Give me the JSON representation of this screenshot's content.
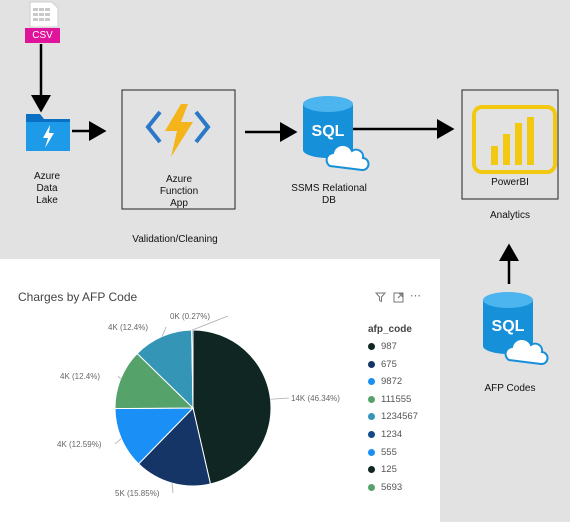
{
  "csv": {
    "label": "CSV"
  },
  "nodes": {
    "datalake": {
      "l1": "Azure",
      "l2": "Data",
      "l3": "Lake"
    },
    "function": {
      "l1": "Azure",
      "l2": "Function",
      "l3": "App"
    },
    "validation": "Validation/Cleaning",
    "sql_main": {
      "icon_text": "SQL",
      "l1": "SSMS Relational",
      "l2": "DB"
    },
    "powerbi": {
      "label": "PowerBI"
    },
    "analytics": "Analytics",
    "sql_afp": {
      "icon_text": "SQL",
      "label": "AFP Codes"
    }
  },
  "chart_data": {
    "type": "pie",
    "title": "Charges by AFP Code",
    "legend_title": "afp_code",
    "legend_position": "right",
    "slices": [
      {
        "code": "987",
        "label": "14K (46.34%)",
        "percent": 46.34,
        "color": "#0f2622"
      },
      {
        "code": "675",
        "label": "5K (15.85%)",
        "percent": 15.85,
        "color": "#143566"
      },
      {
        "code": "9872",
        "label": "4K (12.59%)",
        "percent": 12.59,
        "color": "#1a8ff5"
      },
      {
        "code": "111555",
        "label": "4K (12.4%)",
        "percent": 12.4,
        "color": "#55a26b"
      },
      {
        "code": "1234567",
        "label": "4K (12.4%)",
        "percent": 12.4,
        "color": "#3595b6"
      },
      {
        "code": "1234",
        "label": "0K (0.27%)",
        "percent": 0.27,
        "color": "#154a8a"
      }
    ],
    "legend": [
      {
        "code": "987",
        "color": "#0f2622"
      },
      {
        "code": "675",
        "color": "#143566"
      },
      {
        "code": "9872",
        "color": "#1a8ff5"
      },
      {
        "code": "111555",
        "color": "#55a26b"
      },
      {
        "code": "1234567",
        "color": "#3595b6"
      },
      {
        "code": "1234",
        "color": "#154a8a"
      },
      {
        "code": "555",
        "color": "#1a8ff5"
      },
      {
        "code": "125",
        "color": "#0f2622"
      },
      {
        "code": "5693",
        "color": "#55a26b"
      }
    ]
  }
}
